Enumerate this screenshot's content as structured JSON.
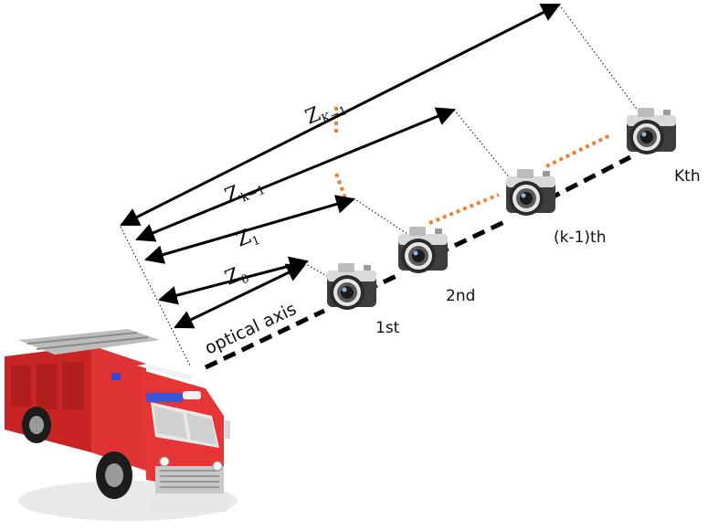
{
  "labels": {
    "optical_axis": "optical axis",
    "cam_1st": "1st",
    "cam_2nd": "2nd",
    "cam_k1th": "(k-1)th",
    "cam_kth": "Kth"
  },
  "distances": {
    "z0": {
      "base": "Z",
      "sub": "0"
    },
    "z1": {
      "base": "Z",
      "sub": "1"
    },
    "zk1": {
      "base": "Z",
      "sub": "k−1"
    },
    "zK1": {
      "base": "Z",
      "sub": "K−1"
    }
  },
  "colors": {
    "arrow": "#000000",
    "optical_axis": "#000000",
    "camera_spacing": "#e8833a",
    "truck_body": "#d42a2a",
    "camera_body": "#3a3a3a",
    "camera_top": "#cfcfcf"
  },
  "icons": {
    "truck": "fire-truck-icon",
    "camera": "camera-icon"
  }
}
